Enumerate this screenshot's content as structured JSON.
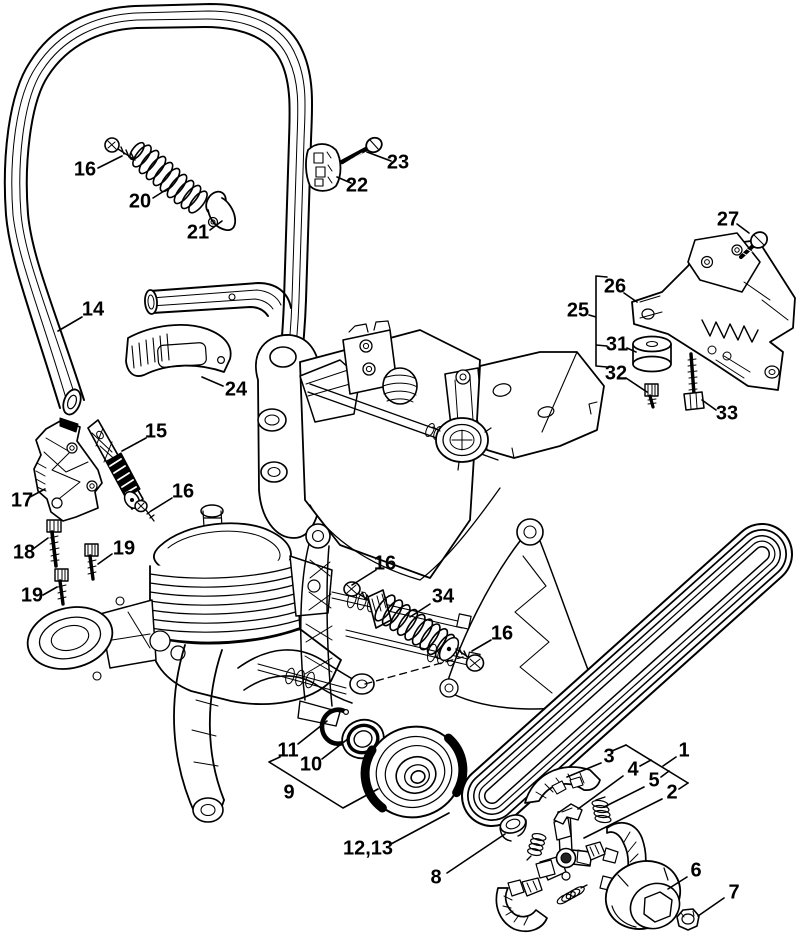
{
  "diagram": {
    "kind": "exploded-parts-diagram",
    "background_color": "#ffffff",
    "line_color": "#000000",
    "label_color": "#000000"
  },
  "callouts": [
    {
      "id": "callout-16-handle-screw",
      "label": "16"
    },
    {
      "id": "callout-20-spring",
      "label": "20"
    },
    {
      "id": "callout-21-sleeve",
      "label": "21"
    },
    {
      "id": "callout-22-clamp",
      "label": "22"
    },
    {
      "id": "callout-23-bolt",
      "label": "23"
    },
    {
      "id": "callout-14-handlebar",
      "label": "14"
    },
    {
      "id": "callout-24-cover",
      "label": "24"
    },
    {
      "id": "callout-27-bolt",
      "label": "27"
    },
    {
      "id": "callout-26-bracket",
      "label": "26"
    },
    {
      "id": "callout-25-assembly",
      "label": "25"
    },
    {
      "id": "callout-31-ring-buffer",
      "label": "31"
    },
    {
      "id": "callout-32-screw",
      "label": "32"
    },
    {
      "id": "callout-33-bolt",
      "label": "33"
    },
    {
      "id": "callout-15-av-element",
      "label": "15"
    },
    {
      "id": "callout-17-bracket",
      "label": "17"
    },
    {
      "id": "callout-16-av-screw",
      "label": "16"
    },
    {
      "id": "callout-18-screw",
      "label": "18"
    },
    {
      "id": "callout-19-screw-a",
      "label": "19"
    },
    {
      "id": "callout-19-screw-b",
      "label": "19"
    },
    {
      "id": "callout-16-spring-screw-a",
      "label": "16"
    },
    {
      "id": "callout-34-spring",
      "label": "34"
    },
    {
      "id": "callout-16-spring-screw-b",
      "label": "16"
    },
    {
      "id": "callout-11-snap-ring",
      "label": "11"
    },
    {
      "id": "callout-10-bearing",
      "label": "10"
    },
    {
      "id": "callout-9-pulley",
      "label": "9"
    },
    {
      "id": "callout-12-13-belt",
      "label": "12,13"
    },
    {
      "id": "callout-8-bushing",
      "label": "8"
    },
    {
      "id": "callout-3-clutch-shoe",
      "label": "3"
    },
    {
      "id": "callout-4-clutch-part",
      "label": "4"
    },
    {
      "id": "callout-5-clutch-spring",
      "label": "5"
    },
    {
      "id": "callout-2-clutch-carrier",
      "label": "2"
    },
    {
      "id": "callout-1-clutch-assembly",
      "label": "1"
    },
    {
      "id": "callout-6-clutch-drum",
      "label": "6"
    },
    {
      "id": "callout-7-nut",
      "label": "7"
    }
  ]
}
